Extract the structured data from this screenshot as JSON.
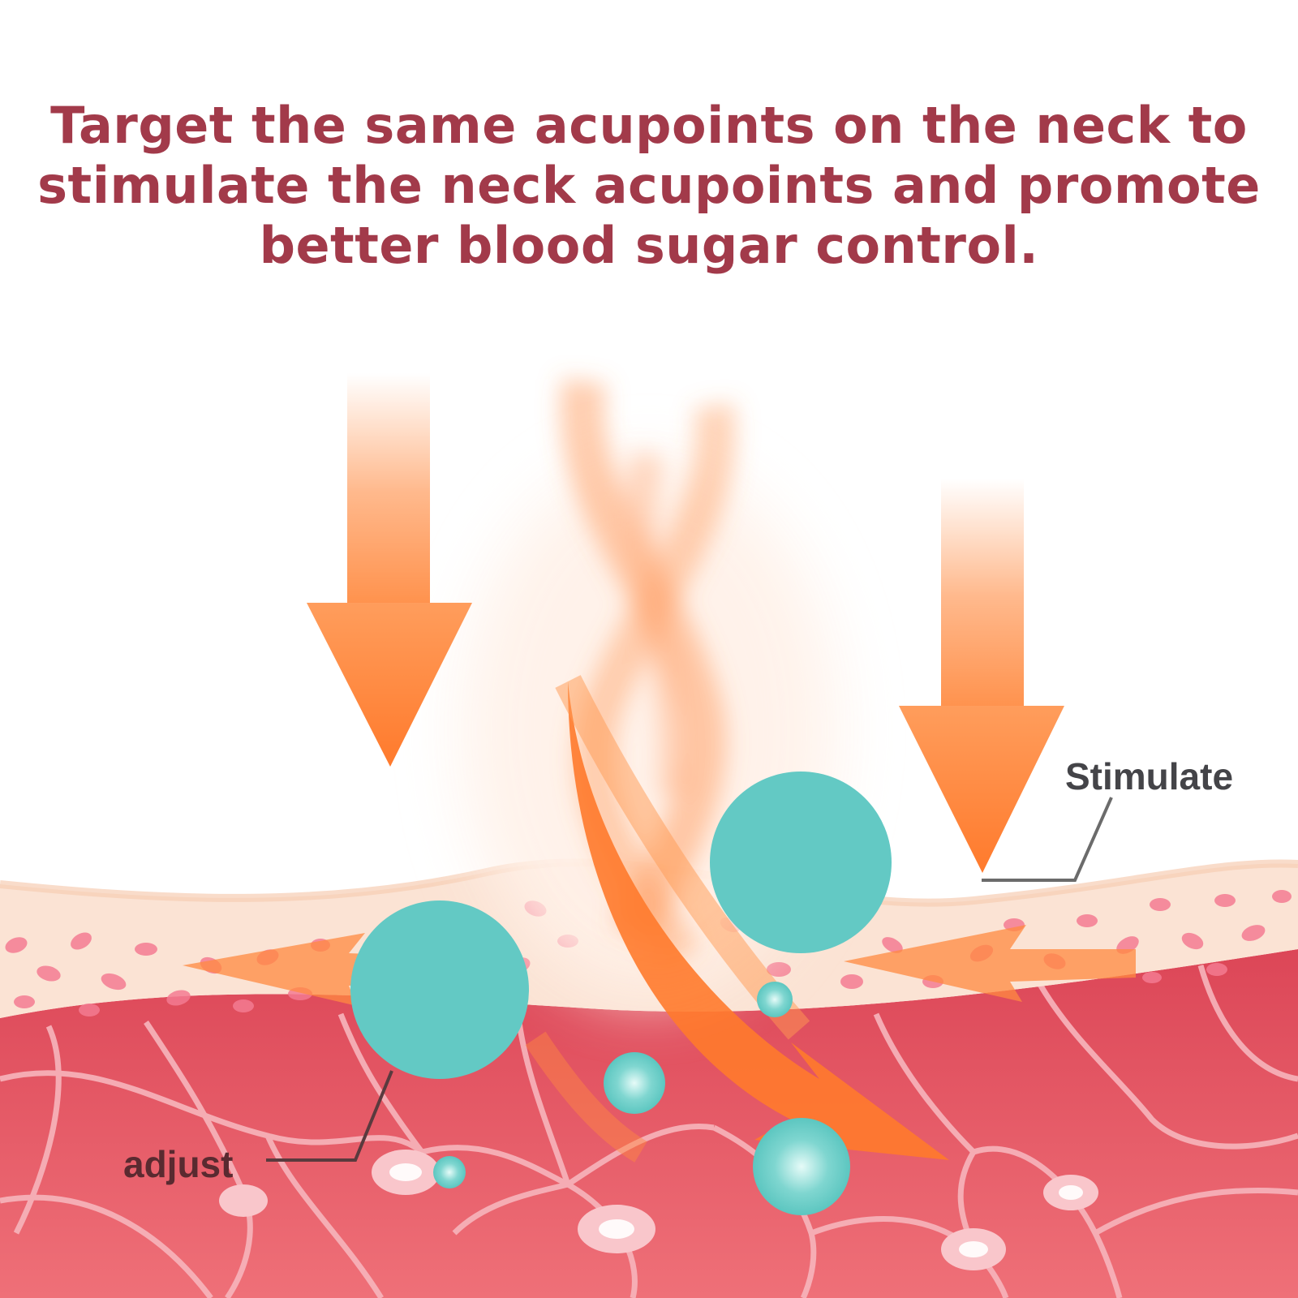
{
  "headline": {
    "line1": "Target the same acupoints on the neck to",
    "line2": "stimulate the neck acupoints and promote",
    "line3": "better blood sugar control."
  },
  "labels": {
    "stimulate": "Stimulate",
    "adjust": "adjust"
  },
  "colors": {
    "headline": "#a23a4a",
    "arrow": "#ff7a2c",
    "particle": "#63c9c4",
    "skin": "#fbe3d4",
    "tissue": "#e2505e"
  }
}
